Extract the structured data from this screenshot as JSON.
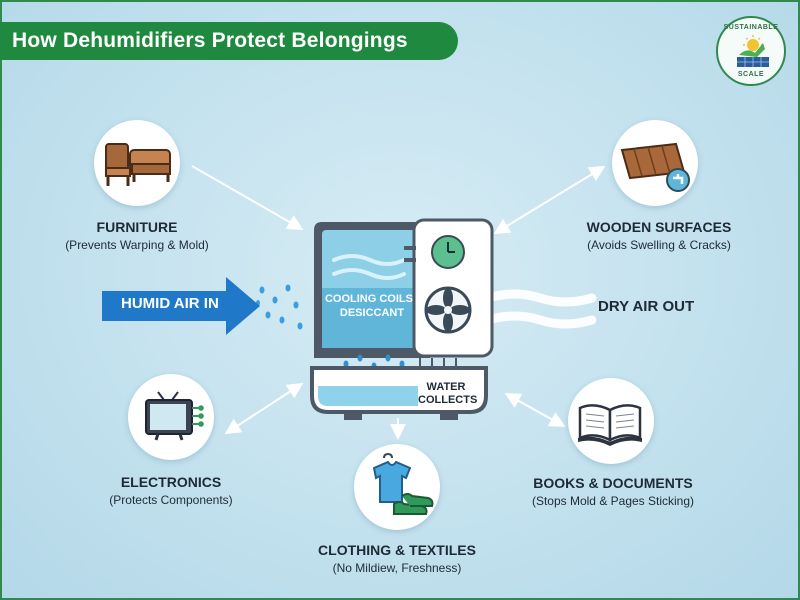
{
  "header": {
    "title": "How Dehumidifiers Protect Belongings"
  },
  "logo": {
    "top_text": "SUSTAINABLE",
    "bottom_text": "SCALE"
  },
  "device": {
    "coils_label": "COOLING COILS / DESICCANT",
    "water_label": "WATER COLLECTS"
  },
  "flow": {
    "in_label": "HUMID AIR IN",
    "out_label": "DRY AIR OUT"
  },
  "items": [
    {
      "title": "FURNITURE",
      "subtitle": "(Prevents Warping & Mold)",
      "icon": "furniture-icon"
    },
    {
      "title": "WOODEN SURFACES",
      "subtitle": "(Avoids Swelling & Cracks)",
      "icon": "wood-plank-icon"
    },
    {
      "title": "ELECTRONICS",
      "subtitle": "(Protects Components)",
      "icon": "tv-icon"
    },
    {
      "title": "CLOTHING & TEXTILES",
      "subtitle": "(No Mildiew, Freshness)",
      "icon": "clothing-icon"
    },
    {
      "title": "BOOKS & DOCUMENTS",
      "subtitle": "(Stops Mold & Pages Sticking)",
      "icon": "book-icon"
    }
  ],
  "colors": {
    "brand_green": "#1f8a3f",
    "arrow_blue": "#1f78c8",
    "device_dark": "#4d5966",
    "water_blue": "#8fd2ec"
  }
}
